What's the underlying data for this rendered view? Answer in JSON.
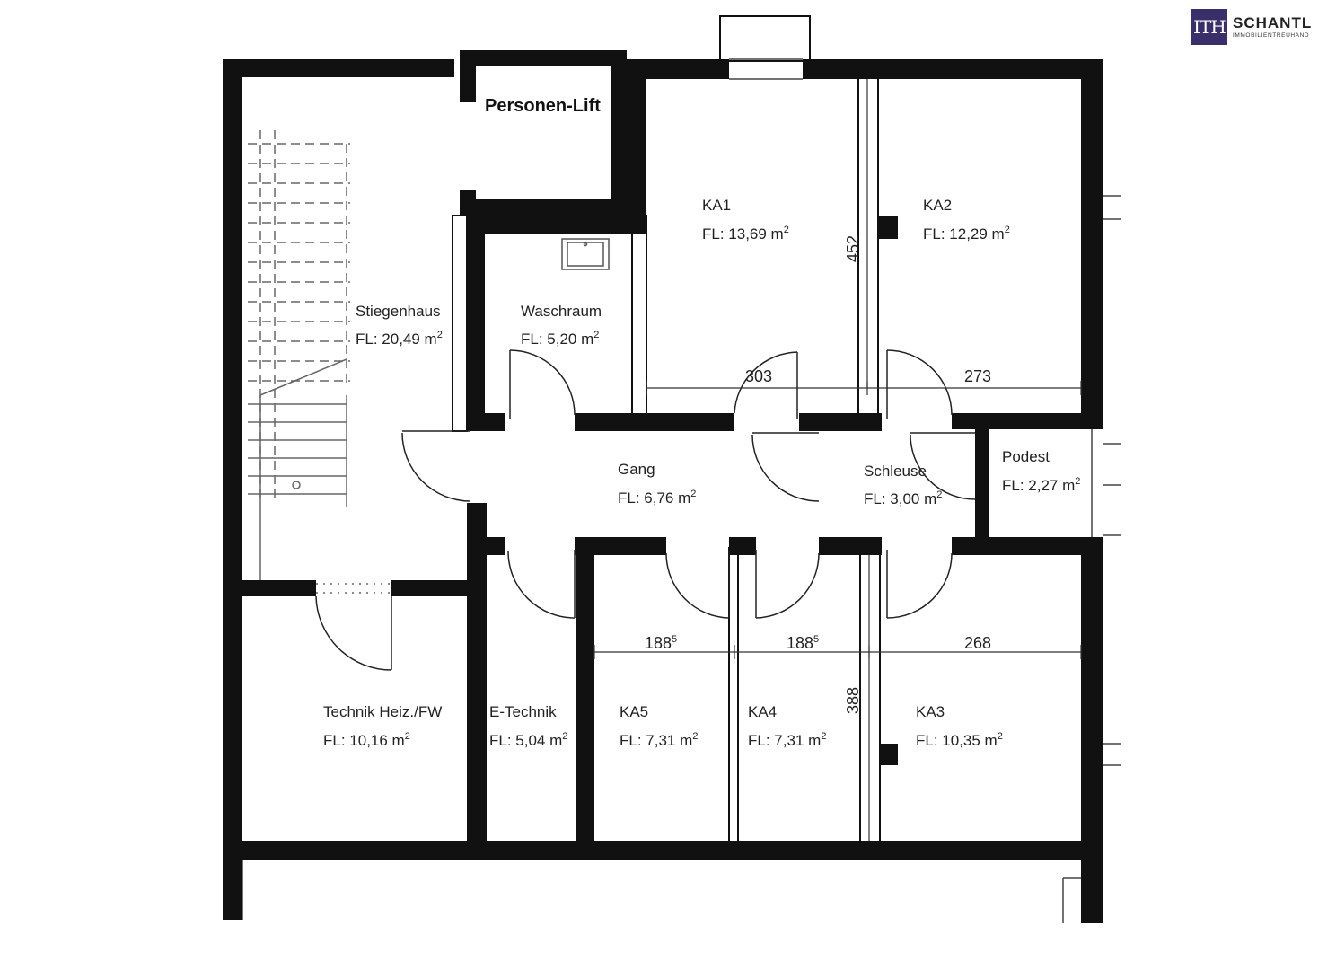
{
  "brand": {
    "logo_mark": "ITH",
    "name": "SCHANTL",
    "tagline": "IMMOBILIENTREUHAND"
  },
  "plan": {
    "lift_label": "Personen-Lift",
    "rooms": {
      "stiegenhaus": {
        "name": "Stiegenhaus",
        "area": "FL: 20,49 m",
        "unit_sup": "2"
      },
      "waschraum": {
        "name": "Waschraum",
        "area": "FL: 5,20 m",
        "unit_sup": "2"
      },
      "ka1": {
        "name": "KA1",
        "area": "FL: 13,69 m",
        "unit_sup": "2"
      },
      "ka2": {
        "name": "KA2",
        "area": "FL: 12,29 m",
        "unit_sup": "2"
      },
      "gang": {
        "name": "Gang",
        "area": "FL: 6,76 m",
        "unit_sup": "2"
      },
      "schleuse": {
        "name": "Schleuse",
        "area": "FL: 3,00 m",
        "unit_sup": "2"
      },
      "podest": {
        "name": "Podest",
        "area": "FL: 2,27 m",
        "unit_sup": "2"
      },
      "technik": {
        "name": "Technik Heiz./FW",
        "area": "FL: 10,16 m",
        "unit_sup": "2"
      },
      "etechnik": {
        "name": "E-Technik",
        "area": "FL: 5,04 m",
        "unit_sup": "2"
      },
      "ka5": {
        "name": "KA5",
        "area": "FL: 7,31 m",
        "unit_sup": "2"
      },
      "ka4": {
        "name": "KA4",
        "area": "FL: 7,31 m",
        "unit_sup": "2"
      },
      "ka3": {
        "name": "KA3",
        "area": "FL: 10,35 m",
        "unit_sup": "2"
      }
    },
    "dimensions": {
      "d303": "303",
      "d273": "273",
      "d452": "452",
      "d388": "388",
      "d188a": "188",
      "d188a_sup": "5",
      "d188b": "188",
      "d188b_sup": "5",
      "d268": "268"
    }
  }
}
